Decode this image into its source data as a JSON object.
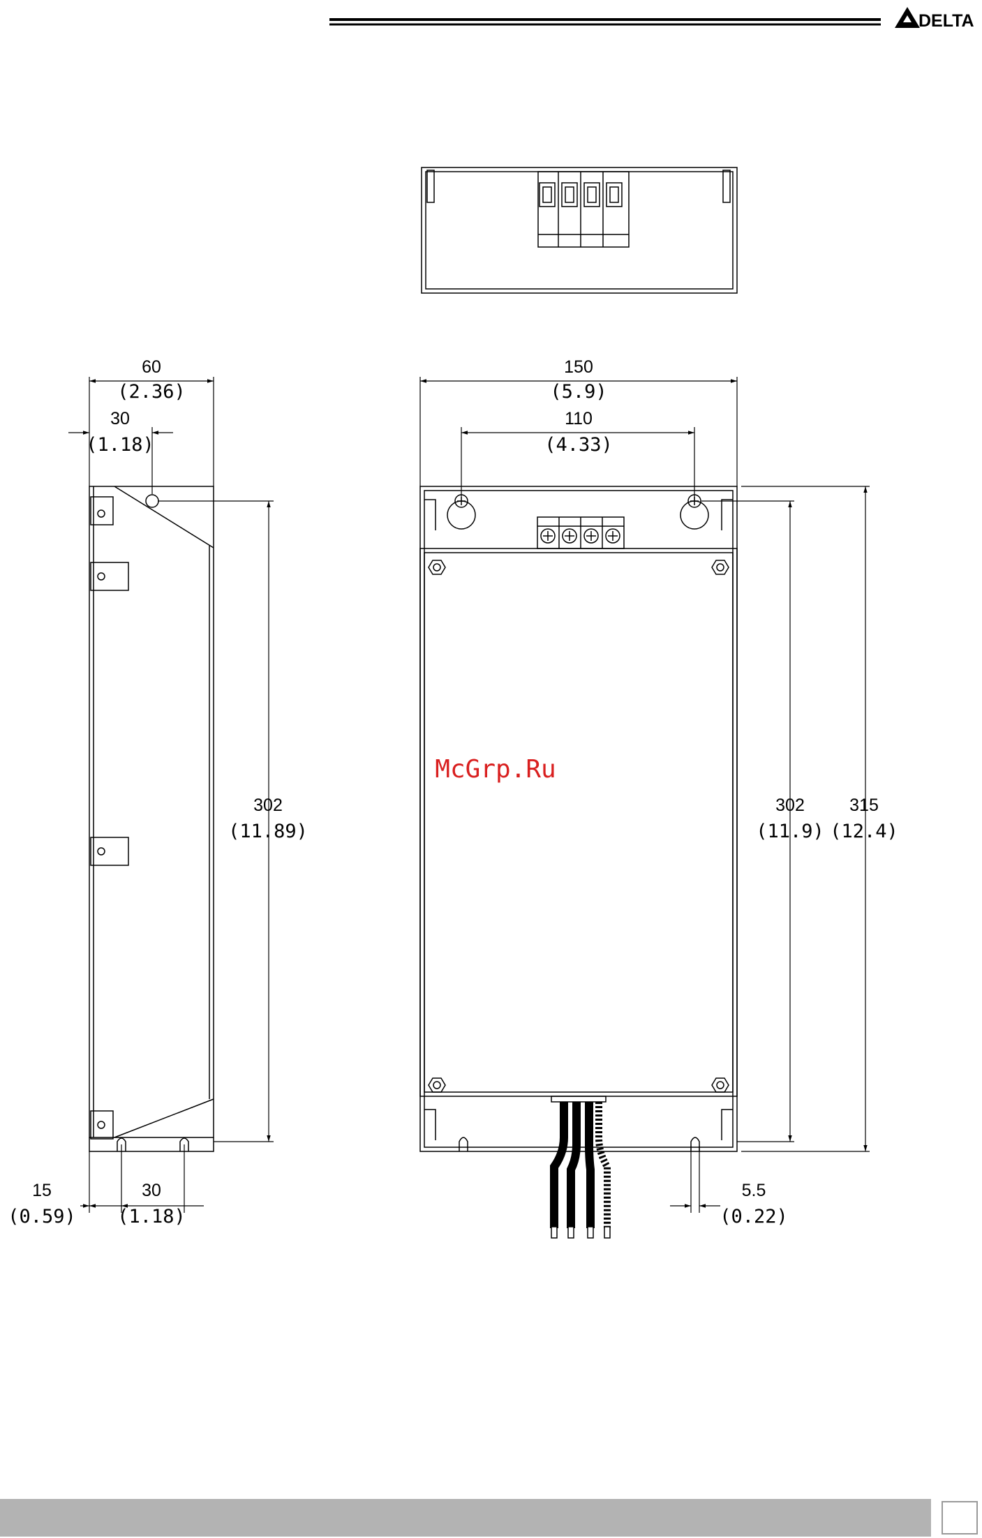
{
  "header": {
    "logo_text": "DELTA"
  },
  "watermark": "McGrp.Ru",
  "side_view": {
    "width": {
      "mm": "60",
      "in": "(2.36)"
    },
    "hole_offset": {
      "mm": "30",
      "in": "(1.18)"
    },
    "height": {
      "mm": "302",
      "in": "(11.89)"
    },
    "bottom_offset": {
      "mm": "15",
      "in": "(0.59)"
    },
    "bottom_spacing": {
      "mm": "30",
      "in": "(1.18)"
    }
  },
  "front_view": {
    "width": {
      "mm": "150",
      "in": "(5.9)"
    },
    "hole_spacing": {
      "mm": "110",
      "in": "(4.33)"
    },
    "hole_height": {
      "mm": "302",
      "in": "(11.9)"
    },
    "total_height": {
      "mm": "315",
      "in": "(12.4)"
    },
    "slot_width": {
      "mm": "5.5",
      "in": "(0.22)"
    }
  },
  "footer": {
    "page_number": ""
  }
}
